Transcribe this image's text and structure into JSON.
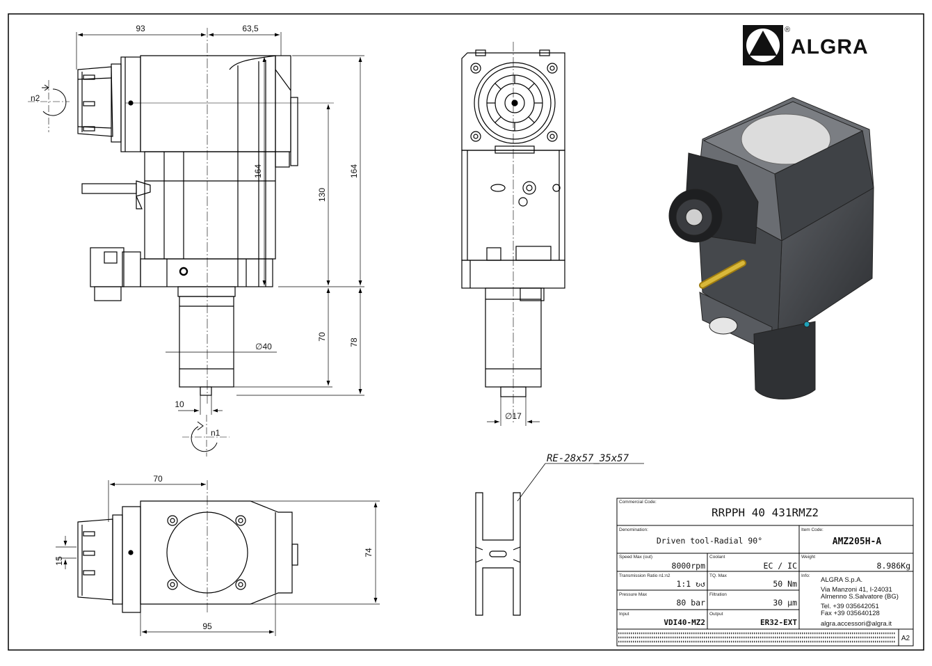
{
  "brand": {
    "name": "ALGRA",
    "registered": "®"
  },
  "dimensions": {
    "d93": "93",
    "d63_5": "63,5",
    "d164_left": "164",
    "d130": "130",
    "d164_right": "164",
    "d70_vert": "70",
    "d78": "78",
    "d40": "∅40",
    "d10": "10",
    "n1": "n1",
    "n2": "n2",
    "d17": "∅17",
    "d70_top": "70",
    "d15": "15",
    "d74": "74",
    "d95": "95"
  },
  "insert_label": "RE-28x57_35x57",
  "title_block": {
    "commercial_code_label": "Commercial Code:",
    "commercial_code": "RRPPH 40 431RMZ2",
    "denomination_label": "Denomination:",
    "denomination": "Driven tool-Radial 90°",
    "item_code_label": "Item Code:",
    "item_code": "AMZ205H-A",
    "speed_label": "Speed Max (out)",
    "speed": "8000rpm",
    "coolant_label": "Coolant",
    "coolant": "EC / IC",
    "weight_label": "Weight",
    "weight": "8.986Kg",
    "ratio_label": "Transmission Ratio n1:n2",
    "ratio": "1:1 ↻↺",
    "torque_label": "TQ. Max",
    "torque": "50 Nm",
    "info_label": "Info:",
    "info_company": "ALGRA S.p.A.",
    "info_address1": "Via Manzoni 41, I-24031",
    "info_address2": "Almenno S.Salvatore (BG)",
    "info_tel": "Tel. +39 035642051",
    "info_fax": "Fax +39 035640128",
    "info_email": "algra.accessori@algra.it",
    "pressure_label": "Pressure Max",
    "pressure": "80 bar",
    "filtration_label": "Filtration",
    "filtration": "30 μm",
    "input_label": "Input",
    "input": "VDI40-MZ2",
    "output_label": "Output",
    "output": "ER32-EXT",
    "sheet_size": "A2"
  }
}
